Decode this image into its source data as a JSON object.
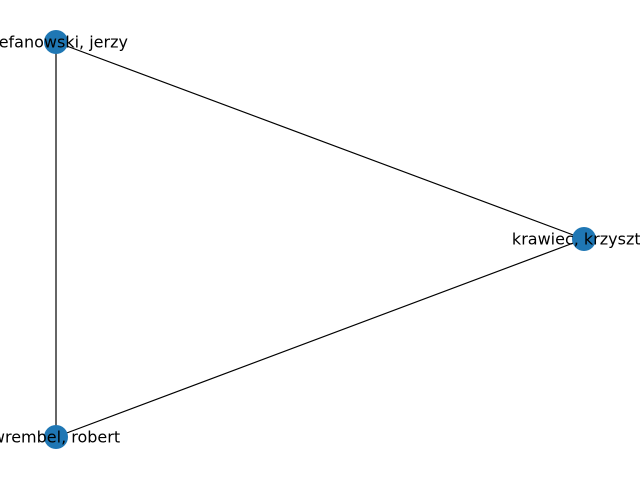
{
  "graph": {
    "node_color": "#1f77b4",
    "edge_color": "#000000",
    "nodes": [
      {
        "id": "stefanowski",
        "label": "stefanowski, jerzy"
      },
      {
        "id": "krawiec",
        "label": "krawiec, krzysztof"
      },
      {
        "id": "wrembel",
        "label": "wrembel, robert"
      }
    ],
    "edges": [
      {
        "source": "stefanowski",
        "target": "krawiec"
      },
      {
        "source": "stefanowski",
        "target": "wrembel"
      },
      {
        "source": "krawiec",
        "target": "wrembel"
      }
    ]
  }
}
